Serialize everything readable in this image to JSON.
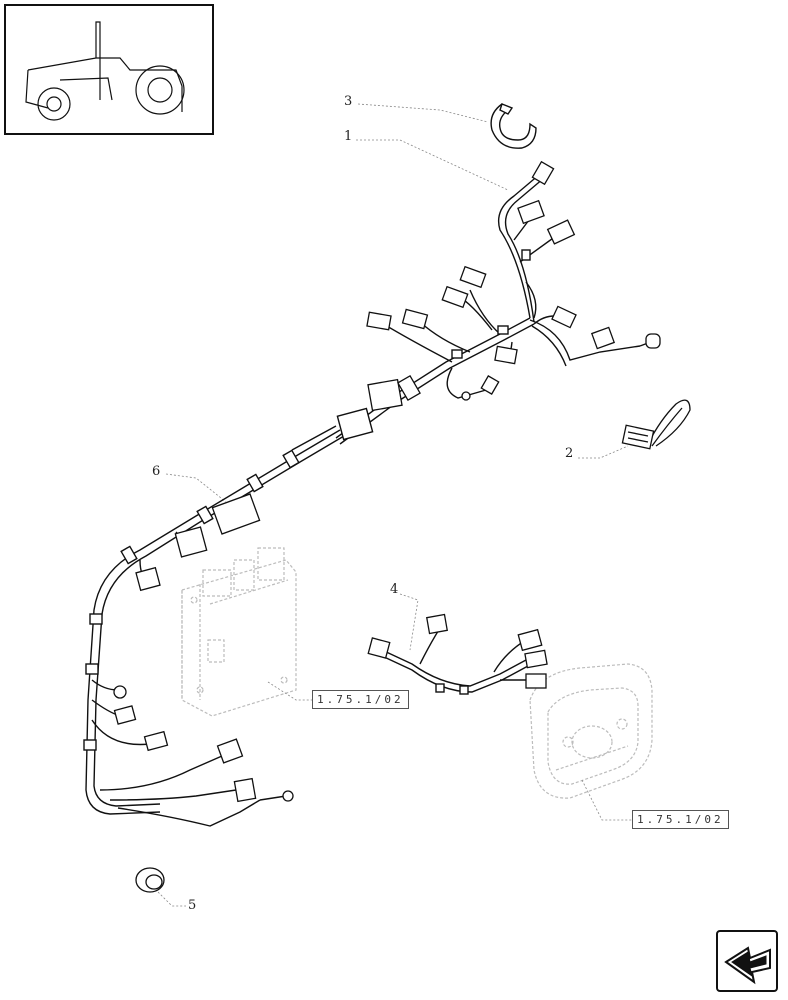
{
  "callouts": [
    {
      "id": "3",
      "label": "3"
    },
    {
      "id": "1",
      "label": "1"
    },
    {
      "id": "2",
      "label": "2"
    },
    {
      "id": "6",
      "label": "6"
    },
    {
      "id": "4",
      "label": "4"
    },
    {
      "id": "5",
      "label": "5"
    }
  ],
  "references": {
    "ecu_ref": "1.75.1/02",
    "panel_ref": "1.75.1/02"
  },
  "icons": {
    "thumbnail": "tractor-thumbnail-icon",
    "navigation": "next-page-arrow-icon"
  },
  "colors": {
    "line": "#111111",
    "ghost_part": "#bfbfbf",
    "leader": "#888888"
  }
}
